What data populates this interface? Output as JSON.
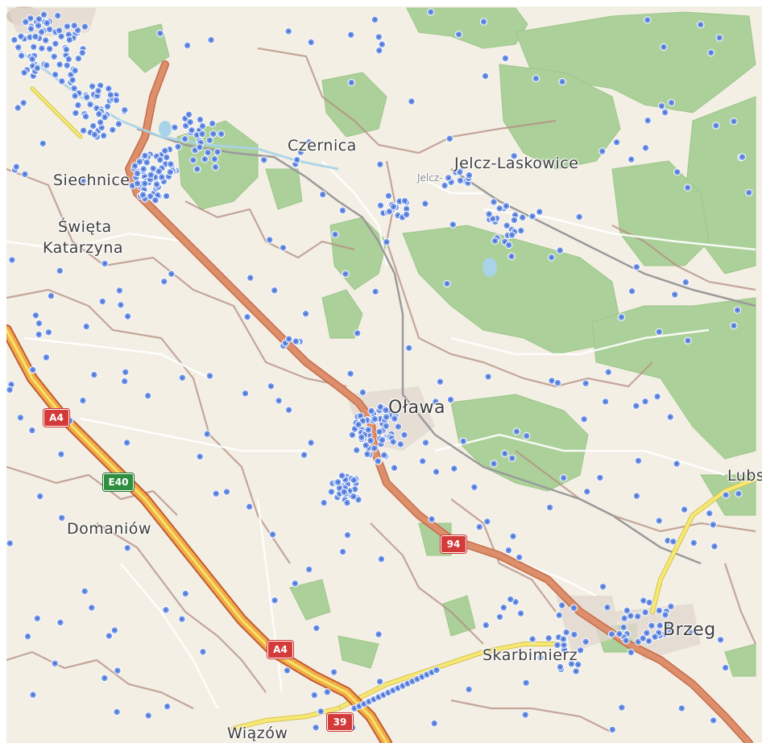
{
  "map": {
    "places": [
      {
        "id": "czernica",
        "name": "Czernica",
        "size": "med"
      },
      {
        "id": "jelcz",
        "name": "Jelcz-Laskowice",
        "size": "med"
      },
      {
        "id": "jelcz-small",
        "name": "Jelcz-",
        "size": "small"
      },
      {
        "id": "siechnice",
        "name": "Siechnice",
        "size": "med"
      },
      {
        "id": "swieta",
        "name": "Święta",
        "size": "med"
      },
      {
        "id": "katarzyna",
        "name": "Katarzyna",
        "size": "med"
      },
      {
        "id": "olawa",
        "name": "Oława",
        "size": "big"
      },
      {
        "id": "lubsza",
        "name": "Lubs",
        "size": "med"
      },
      {
        "id": "domaniow",
        "name": "Domaniów",
        "size": "med"
      },
      {
        "id": "brzeg",
        "name": "Brzeg",
        "size": "big"
      },
      {
        "id": "skarbimierz",
        "name": "Skarbimierz",
        "size": "med"
      },
      {
        "id": "wiazow",
        "name": "Wiązów",
        "size": "med"
      }
    ],
    "shields": [
      {
        "id": "a4-upper",
        "text": "A4",
        "kind": "red"
      },
      {
        "id": "e40",
        "text": "E40",
        "kind": "green"
      },
      {
        "id": "r94",
        "text": "94",
        "kind": "red"
      },
      {
        "id": "a4-lower",
        "text": "A4",
        "kind": "red"
      },
      {
        "id": "r39",
        "text": "39",
        "kind": "red"
      }
    ],
    "colors": {
      "land": "#f3efe4",
      "forest": "#a7cf95",
      "forest_dark": "#8fbe7f",
      "motorway": "#e8a33b",
      "motorway_core": "#f7e26b",
      "trunk": "#d98a5c",
      "secondary": "#f2e36b",
      "boundary": "#b48d83",
      "railway": "#9a9a9a",
      "water": "#a9d3e8",
      "marker_fill": "#6f94e8",
      "marker_stroke": "#3c5fb8"
    }
  }
}
